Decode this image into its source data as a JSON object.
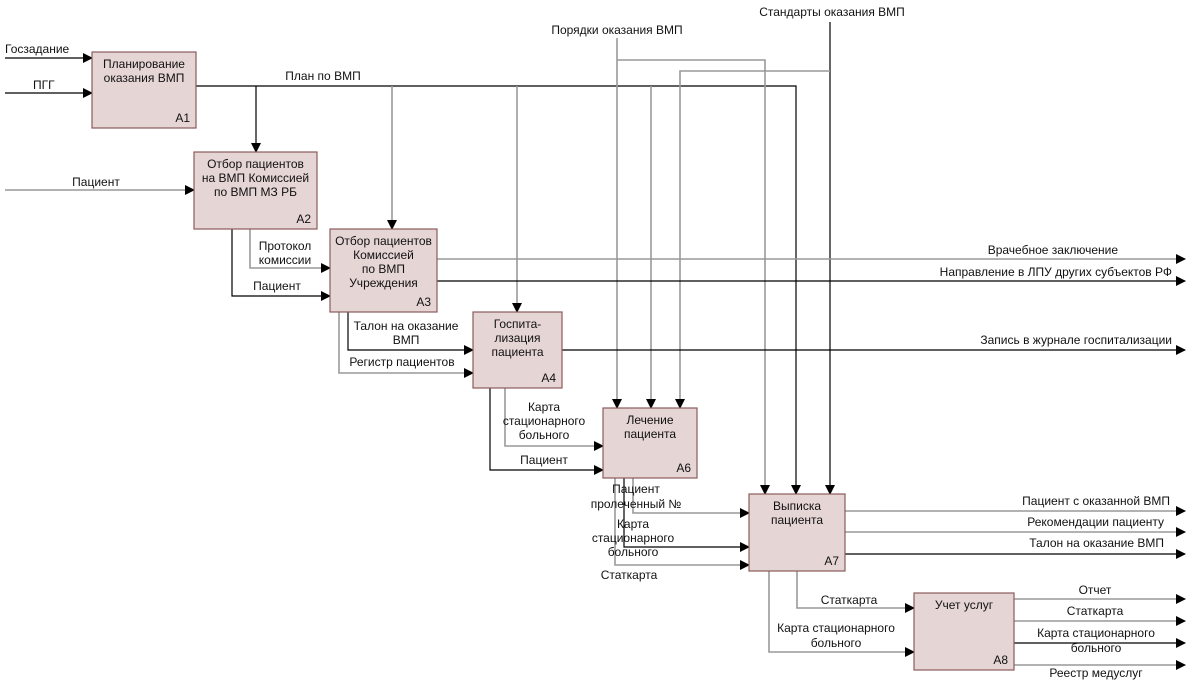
{
  "colors": {
    "box_fill": "#e6d5d5",
    "box_border": "#8b5a5a",
    "arrow_black": "#000000",
    "arrow_gray": "#999999"
  },
  "blocks": [
    {
      "id": "A1",
      "lines": [
        "Планирование",
        "оказания ВМП"
      ]
    },
    {
      "id": "A2",
      "lines": [
        "Отбор пациентов",
        "на ВМП Комиссией",
        "по ВМП МЗ РБ"
      ]
    },
    {
      "id": "A3",
      "lines": [
        "Отбор пациентов",
        "Комиссией",
        "по ВМП",
        "Учреждения"
      ]
    },
    {
      "id": "A4",
      "lines": [
        "Госпита-",
        "лизация",
        "пациента"
      ]
    },
    {
      "id": "A6",
      "lines": [
        "Лечение",
        "пациента"
      ]
    },
    {
      "id": "A7",
      "lines": [
        "Выписка",
        "пациента"
      ]
    },
    {
      "id": "A8",
      "lines": [
        "Учет услуг"
      ]
    }
  ],
  "arrows": {
    "gosz": "Госзадание",
    "pgg": "ПГГ",
    "patient_in": "Пациент",
    "plan": "План по ВМП",
    "poryadki": "Порядки оказания ВМП",
    "standarty": "Стандарты оказания ВМП",
    "protokol": [
      "Протокол",
      "комиссии"
    ],
    "patient_a3": "Пациент",
    "vrach": "Врачебное заключение",
    "napr": "Направление в ЛПУ других субъектов РФ",
    "talon_a4": [
      "Талон на оказание",
      "ВМП"
    ],
    "registr": "Регистр пациентов",
    "zapis": "Запись в журнале госпитализации",
    "karta_a6": [
      "Карта",
      "стационарного",
      "больного"
    ],
    "patient_a6": "Пациент",
    "prolech": [
      "Пациент",
      "пролеченный №"
    ],
    "karta_a7": [
      "Карта",
      "стационарного",
      "больного"
    ],
    "statkarta_a7": "Статкарта",
    "pat_vmp": "Пациент с оказанной ВМП",
    "rekom": "Рекомендации пациенту",
    "talon_out": "Талон на оказание ВМП",
    "statkarta_a8": "Статкарта",
    "karta_a8": [
      "Карта стационарного",
      "больного"
    ],
    "otchet": "Отчет",
    "statkarta_out": "Статкарта",
    "karta_out": [
      "Карта стационарного",
      "больного"
    ],
    "reestr": "Реестр медуслуг"
  }
}
